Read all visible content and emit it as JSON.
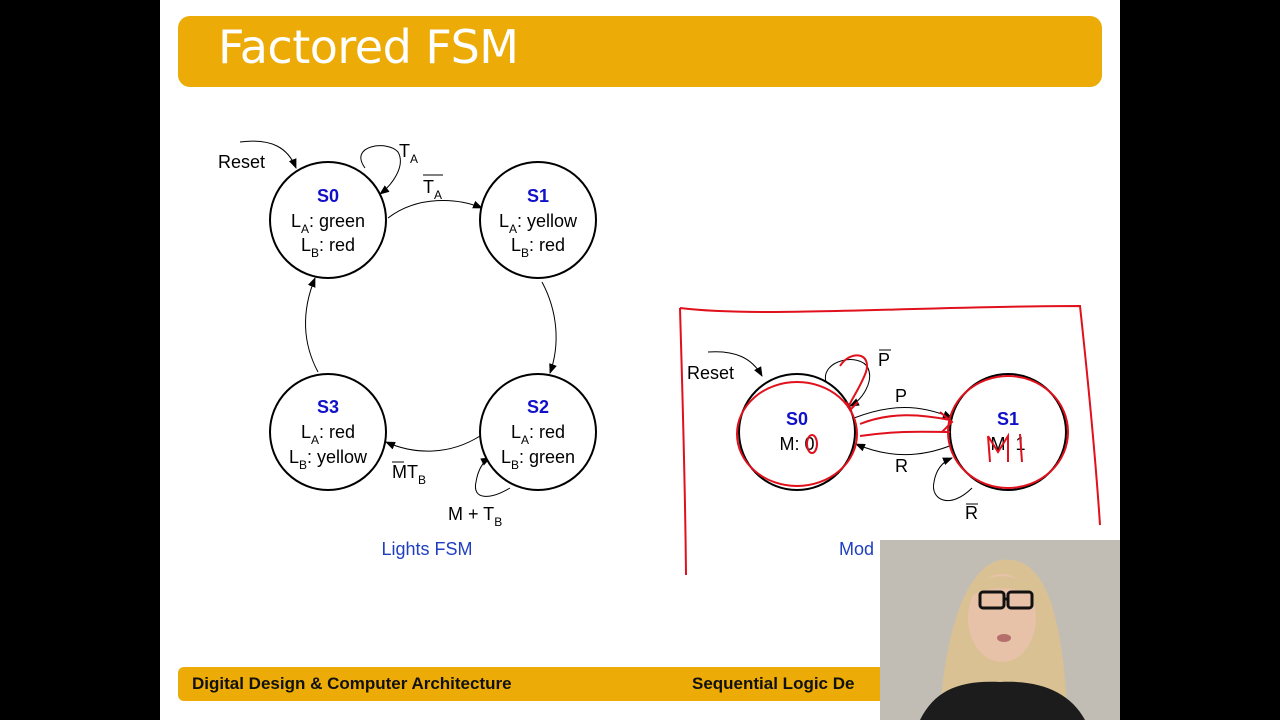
{
  "slide": {
    "title": "Factored FSM",
    "footer_left": "Digital Design & Computer Architecture",
    "footer_right": "Sequential Logic De"
  },
  "lights_fsm": {
    "caption": "Lights FSM",
    "reset": "Reset",
    "states": [
      {
        "name": "S0",
        "line1_base": "L",
        "line1_sub": "A",
        "line1_val": ": green",
        "line2_base": "L",
        "line2_sub": "B",
        "line2_val": ": red"
      },
      {
        "name": "S1",
        "line1_base": "L",
        "line1_sub": "A",
        "line1_val": ": yellow",
        "line2_base": "L",
        "line2_sub": "B",
        "line2_val": ": red"
      },
      {
        "name": "S2",
        "line1_base": "L",
        "line1_sub": "A",
        "line1_val": ": red",
        "line2_base": "L",
        "line2_sub": "B",
        "line2_val": ": green"
      },
      {
        "name": "S3",
        "line1_base": "L",
        "line1_sub": "A",
        "line1_val": ": red",
        "line2_base": "L",
        "line2_sub": "B",
        "line2_val": ": yellow"
      }
    ],
    "labels": {
      "ta_base": "T",
      "ta_sub": "A",
      "ta_bar_base": "T",
      "ta_bar_sub": "A",
      "mtb_m": "M",
      "mtb_t": "T",
      "mtb_sub": "B",
      "mplus_prefix": "M + T",
      "mplus_sub": "B"
    }
  },
  "mode_fsm": {
    "caption": "Mod",
    "reset": "Reset",
    "states": [
      {
        "name": "S0",
        "output": "M: 0"
      },
      {
        "name": "S1",
        "output": "M: 1"
      }
    ],
    "labels": {
      "p_bar": "P",
      "p": "P",
      "r": "R",
      "r_bar": "R"
    }
  },
  "colors": {
    "accent": "#ecab06",
    "state_name": "#1010c8",
    "annotation": "#e0101c",
    "caption": "#1f3fbf"
  }
}
